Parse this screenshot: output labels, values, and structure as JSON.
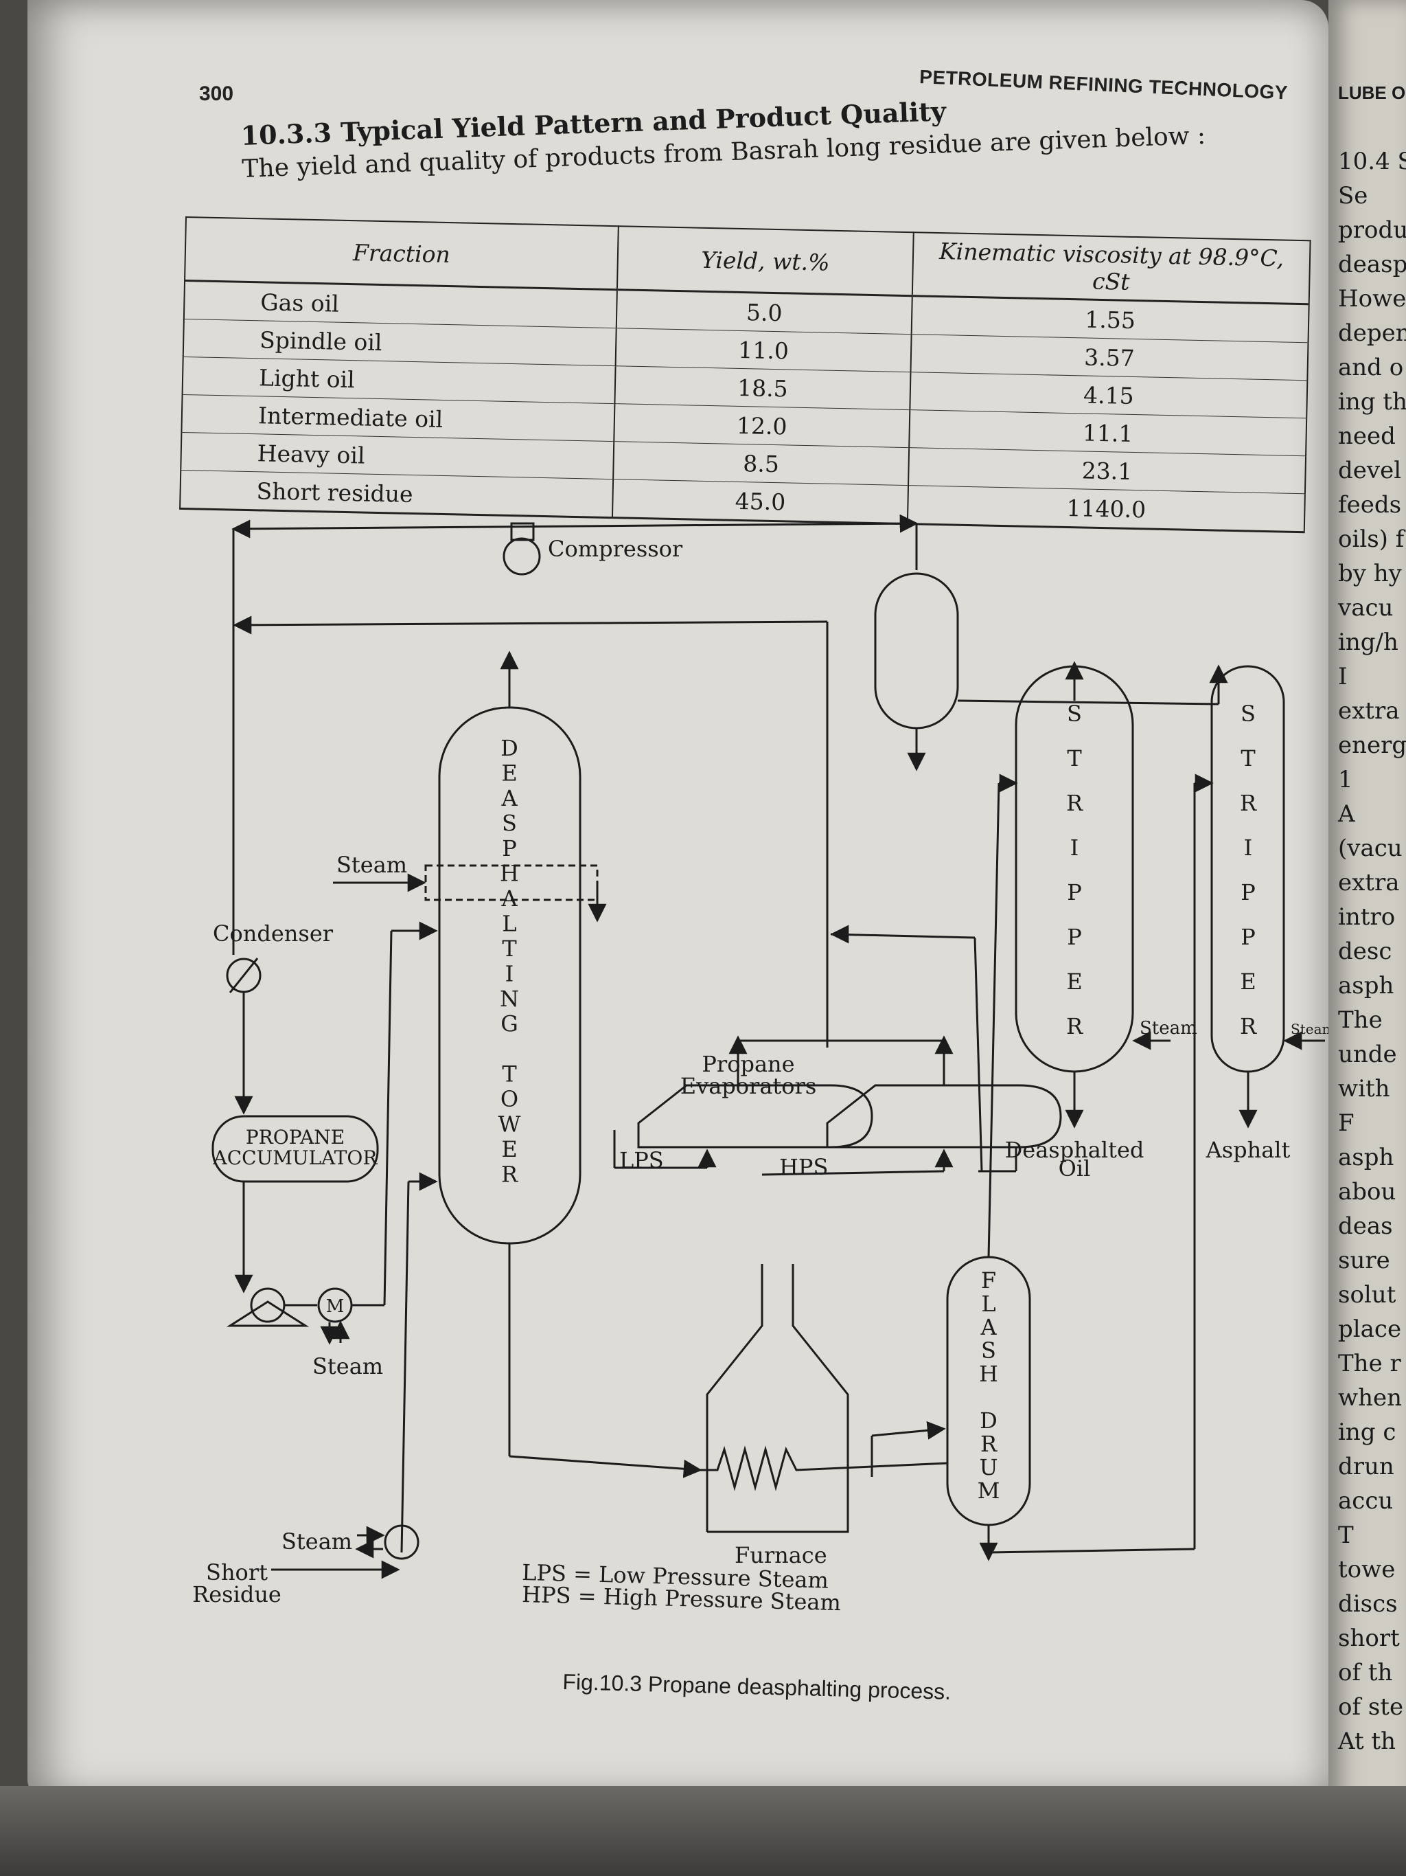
{
  "page": {
    "number": "300",
    "running_head": "PETROLEUM REFINING TECHNOLOGY",
    "next_page_head": "LUBE O",
    "next_page_fragments": [
      "10.4 S",
      "Se",
      "produ",
      "deasp",
      "Howe",
      "depen",
      "and o",
      "ing th",
      "need",
      "devel",
      "feeds",
      "oils) f",
      "by hy",
      "vacu",
      "ing/h",
      "I",
      "extra",
      "energ",
      "1",
      "A",
      "(vacu",
      "extra",
      "intro",
      "desc",
      "asph",
      "The",
      "unde",
      "with",
      "F",
      "asph",
      "abou",
      "deas",
      "sure",
      "solut",
      "place",
      "The r",
      "when",
      "ing c",
      "drun",
      "accu",
      "T",
      "towe",
      "discs",
      "short",
      "of th",
      "of ste",
      "At th"
    ]
  },
  "section": {
    "title": "10.3.3 Typical Yield Pattern and Product Quality",
    "intro": "The yield and quality of products from Basrah long residue are given below :"
  },
  "table": {
    "headers": [
      "Fraction",
      "Yield, wt.%",
      "Kinematic viscosity at 98.9°C, cSt"
    ],
    "rows": [
      [
        "Gas oil",
        "5.0",
        "1.55"
      ],
      [
        "Spindle oil",
        "11.0",
        "3.57"
      ],
      [
        "Light oil",
        "18.5",
        "4.15"
      ],
      [
        "Intermediate oil",
        "12.0",
        "11.1"
      ],
      [
        "Heavy oil",
        "8.5",
        "23.1"
      ],
      [
        "Short residue",
        "45.0",
        "1140.0"
      ]
    ]
  },
  "diagram": {
    "compressor": "Compressor",
    "condenser": "Condenser",
    "steam": "Steam",
    "propane_accumulator": [
      "PROPANE",
      "ACCUMULATOR"
    ],
    "deasphalting_tower": "DEASPHALTING TOWER",
    "stripper": "STRIPPER",
    "flash_drum": "FLASH DRUM",
    "propane_evaporators": [
      "Propane",
      "Evaporators"
    ],
    "lps": "LPS",
    "hps": "HPS",
    "deasphalted_oil": [
      "Deasphalted",
      "Oil"
    ],
    "asphalt": "Asphalt",
    "furnace": "Furnace",
    "short_residue": [
      "Short",
      "Residue"
    ],
    "pump_motor": "M",
    "legend": [
      "LPS = Low Pressure Steam",
      "HPS = High Pressure Steam"
    ]
  },
  "caption": "Fig.10.3 Propane deasphalting process."
}
